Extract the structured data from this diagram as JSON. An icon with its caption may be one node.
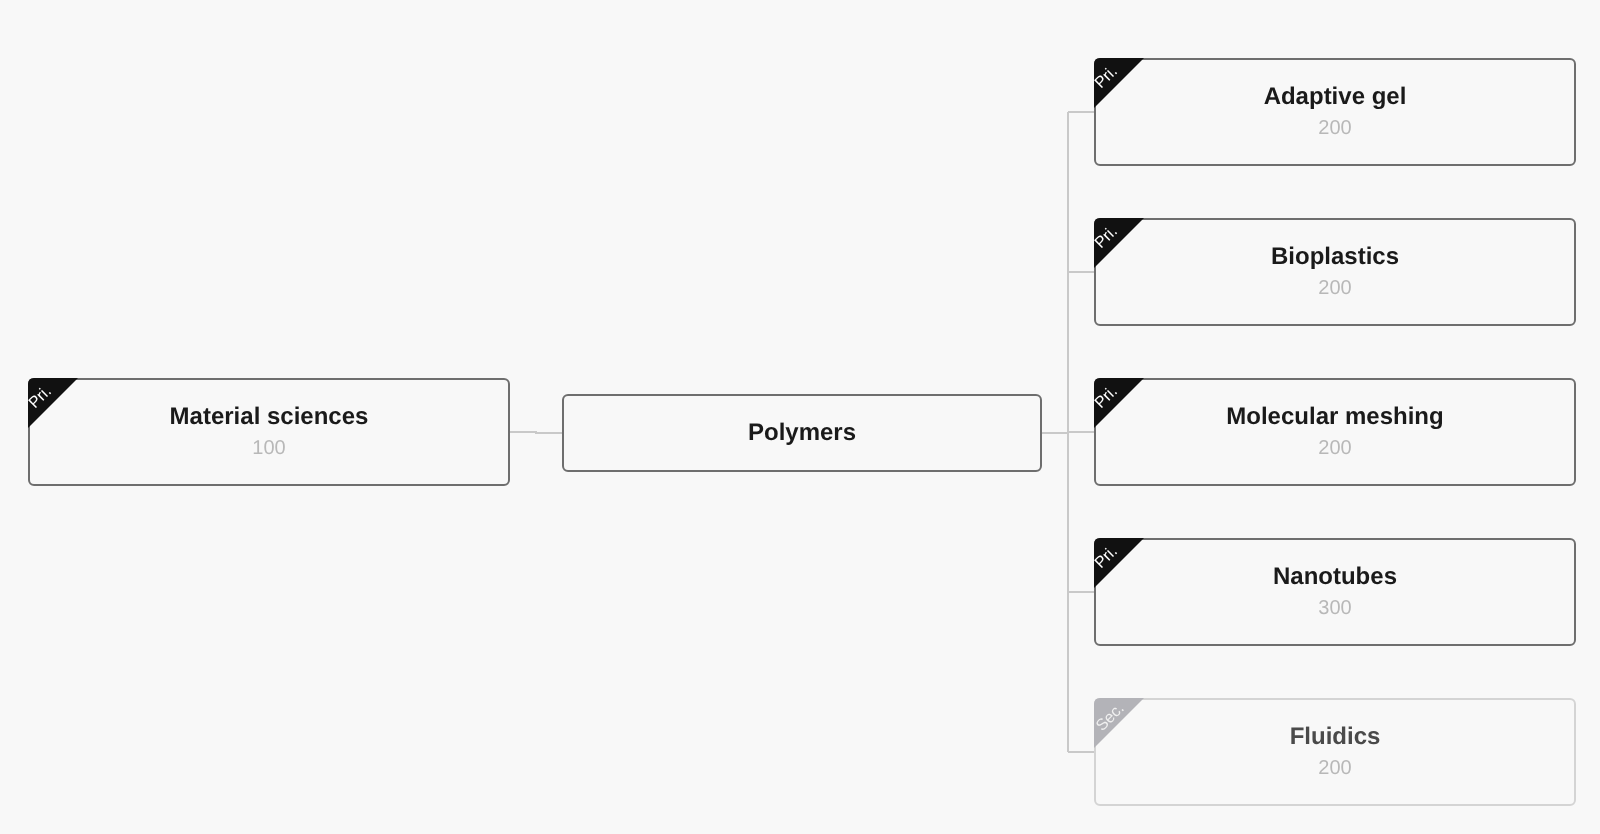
{
  "diagram": {
    "nodes": [
      {
        "text": [
          "Pri.",
          "Material sciences",
          "100"
        ]
      },
      {
        "text": [
          "Polymers"
        ]
      },
      {
        "text": [
          "Pri.",
          "Adaptive gel",
          "200"
        ]
      },
      {
        "text": [
          "Pri.",
          "Bioplastics",
          "200"
        ]
      },
      {
        "text": [
          "Pri.",
          "Molecular meshing",
          "200"
        ]
      },
      {
        "text": [
          "Pri.",
          "Nanotubes",
          "300"
        ]
      },
      {
        "text": [
          "Sec.",
          "Fluidics",
          "200"
        ]
      }
    ],
    "edges": [
      {
        "from": 0,
        "to": 1,
        "arrow": "none"
      },
      {
        "from": 1,
        "to": 2,
        "arrow": "none"
      },
      {
        "from": 1,
        "to": 3,
        "arrow": "none"
      },
      {
        "from": 1,
        "to": 4,
        "arrow": "none"
      },
      {
        "from": 1,
        "to": 5,
        "arrow": "none"
      },
      {
        "from": 1,
        "to": 6,
        "arrow": "none"
      }
    ]
  }
}
